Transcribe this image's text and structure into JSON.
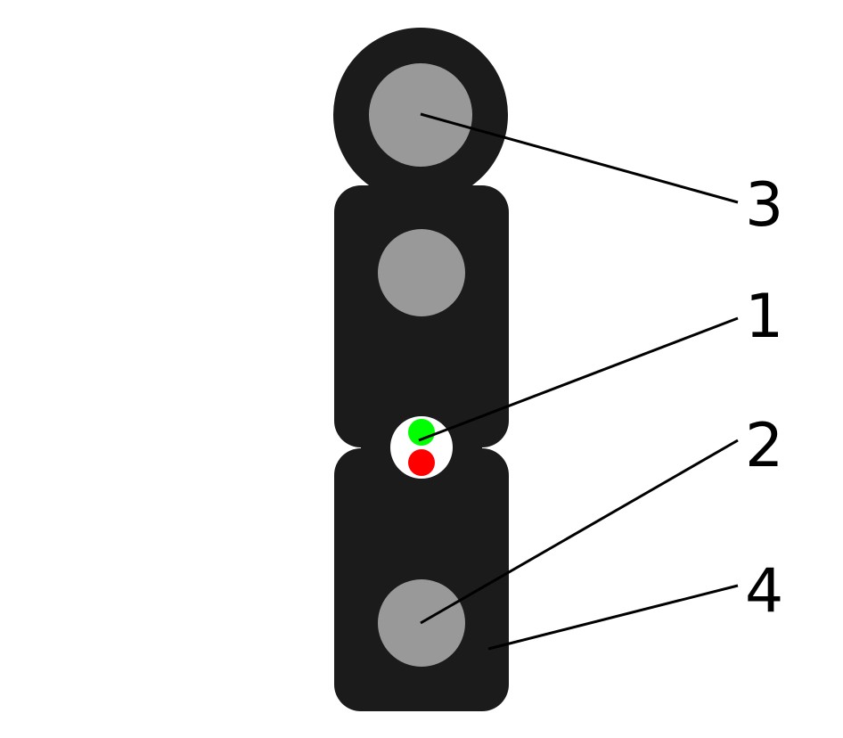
{
  "diagram": {
    "labels": [
      "3",
      "1",
      "2",
      "4"
    ],
    "colors": {
      "jacket": "#1b1b1b",
      "strength_member": "#999999",
      "fiber_green": "#00ff00",
      "fiber_red": "#ff0000",
      "fiber_tube": "#ffffff"
    }
  }
}
